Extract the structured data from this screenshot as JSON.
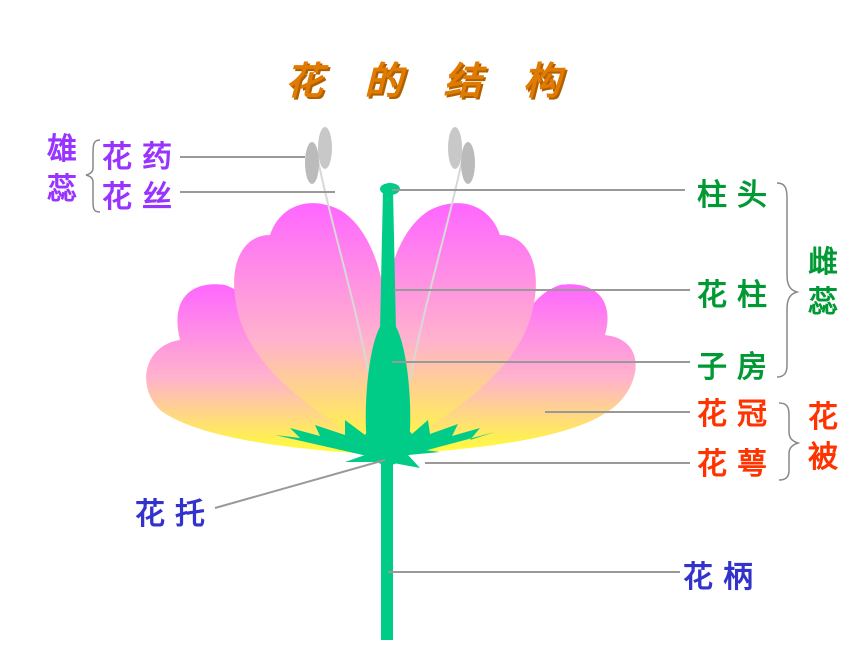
{
  "title": "花 的 结 构",
  "labels": {
    "stamen_group": "雄蕊",
    "anther": "花药",
    "filament": "花丝",
    "stigma": "柱头",
    "style": "花柱",
    "ovary": "子房",
    "pistil_group": "雌蕊",
    "corolla": "花冠",
    "calyx": "花萼",
    "perianth_group": "花被",
    "receptacle": "花托",
    "pedicel": "花柄"
  },
  "colors": {
    "title": "#e07a00",
    "stamen_text": "#9933ff",
    "pistil_text": "#009933",
    "perianth_text": "#ff3300",
    "stem_text": "#3333cc",
    "petal_top": "#ff66ff",
    "petal_bottom": "#ffff33",
    "stem": "#00cc88",
    "anther": "#bbbbbb",
    "leader_line": "#999999"
  }
}
